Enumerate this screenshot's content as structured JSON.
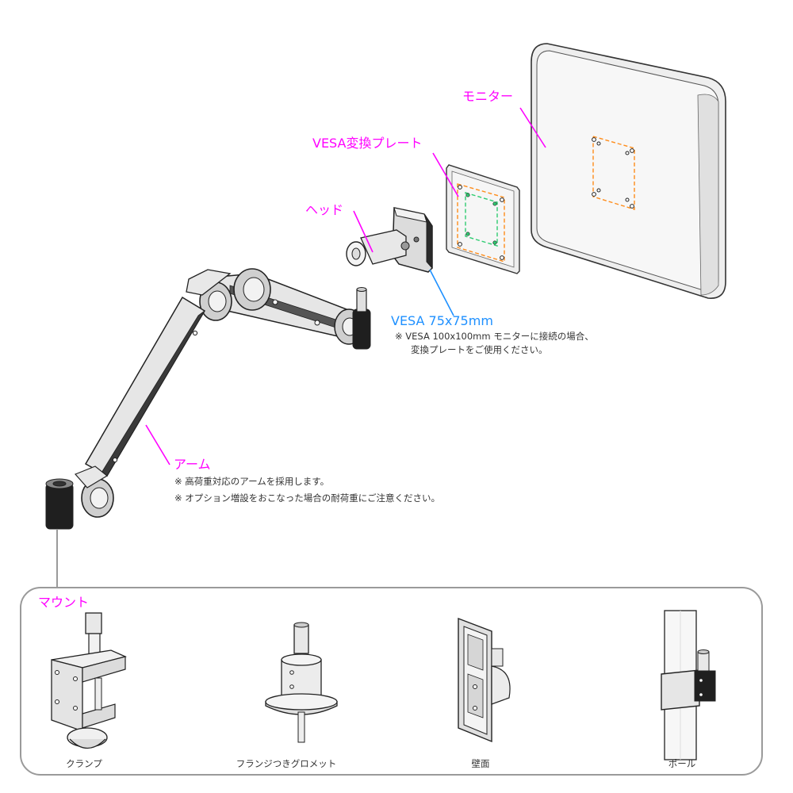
{
  "labels": {
    "monitor": "モニター",
    "vesa_plate": "VESA変換プレート",
    "head": "ヘッド",
    "arm": "アーム",
    "mount": "マウント"
  },
  "vesa": {
    "spec": "VESA 75x75mm",
    "note_line1": "※ VESA 100x100mm モニターに接続の場合、",
    "note_line2": "変換プレートをご使用ください。"
  },
  "arm_notes": {
    "line1": "※ 高荷重対応のアームを採用します。",
    "line2": "※ オプション増設をおこなった場合の耐荷重にご注意ください。"
  },
  "mount_options": [
    {
      "label": "クランプ"
    },
    {
      "label": "フランジつきグロメット"
    },
    {
      "label": "壁面"
    },
    {
      "label": "ポール"
    }
  ],
  "colors": {
    "label": "#ff00ff",
    "vesa_spec": "#1e90ff",
    "orange_pattern": "#ff8c1a",
    "green_pattern": "#2ecc71"
  }
}
